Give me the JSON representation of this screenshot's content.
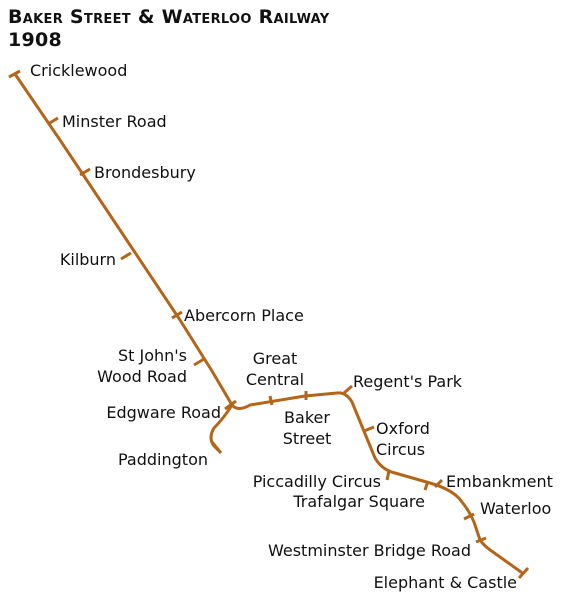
{
  "title": {
    "line1": "Baker Street & Waterloo Railway",
    "line2": "1908"
  },
  "line_color": "#b3651a",
  "stations": [
    {
      "id": "cricklewood",
      "lines": [
        "Cricklewood"
      ]
    },
    {
      "id": "minster-road",
      "lines": [
        "Minster Road"
      ]
    },
    {
      "id": "brondesbury",
      "lines": [
        "Brondesbury"
      ]
    },
    {
      "id": "kilburn",
      "lines": [
        "Kilburn"
      ]
    },
    {
      "id": "abercorn-place",
      "lines": [
        "Abercorn Place"
      ]
    },
    {
      "id": "st-johns-wood-road",
      "lines": [
        "St John's",
        "Wood Road"
      ]
    },
    {
      "id": "edgware-road",
      "lines": [
        "Edgware Road"
      ]
    },
    {
      "id": "paddington",
      "lines": [
        "Paddington"
      ]
    },
    {
      "id": "great-central",
      "lines": [
        "Great",
        "Central"
      ]
    },
    {
      "id": "baker-street",
      "lines": [
        "Baker",
        "Street"
      ]
    },
    {
      "id": "regents-park",
      "lines": [
        "Regent's Park"
      ]
    },
    {
      "id": "oxford-circus",
      "lines": [
        "Oxford",
        "Circus"
      ]
    },
    {
      "id": "piccadilly-circus",
      "lines": [
        "Piccadilly Circus"
      ]
    },
    {
      "id": "trafalgar-square",
      "lines": [
        "Trafalgar Square"
      ]
    },
    {
      "id": "embankment",
      "lines": [
        "Embankment"
      ]
    },
    {
      "id": "waterloo",
      "lines": [
        "Waterloo"
      ]
    },
    {
      "id": "westminster-bridge-road",
      "lines": [
        "Westminster Bridge Road"
      ]
    },
    {
      "id": "elephant-castle",
      "lines": [
        "Elephant & Castle"
      ]
    }
  ]
}
